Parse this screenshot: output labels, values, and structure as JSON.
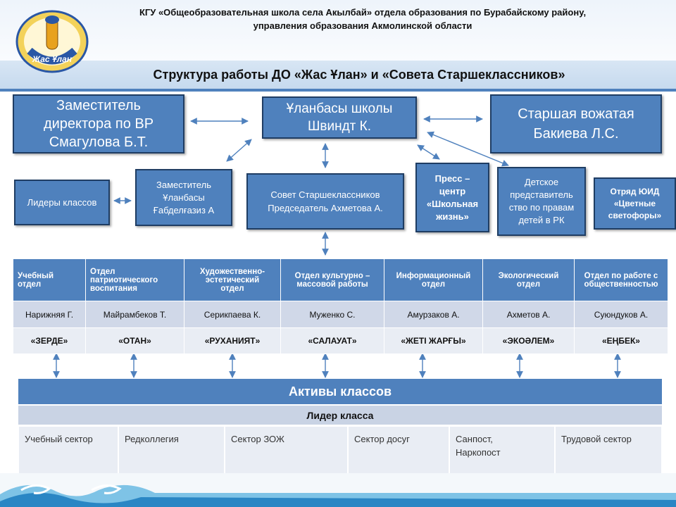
{
  "header": {
    "org_line1": "КГУ «Общеобразовательная школа села Акылбай»  отдела образования по Бурабайскому району,",
    "org_line2": "управления образования Акмолинской области",
    "title": "Структура работы  ДО «Жас Ұлан»   и «Совета Старшеклассников»",
    "logo_text": "Жас Ұлан"
  },
  "boxes": {
    "deputy_vr": "Заместитель\nдиректора по ВР\nСмагулова Б.Т.",
    "ulanbasy": "Ұланбасы школы\nШвиндт К.",
    "senior_leader": "Старшая вожатая\nБакиева Л.С.",
    "class_leaders": "Лидеры классов",
    "deputy_ulanbasy": "Заместитель\nҰланбасы\nҒабделғазиз  А",
    "council": "Совет Старшеклассников\nПредседатель Ахметова А.",
    "press": "Пресс –\nцентр\n«Школьная\nжизнь»",
    "child_rep": "Детское\nпредставитель\nство по правам\nдетей в РК",
    "yuid": "Отряд ЮИД\n«Цветные\nсветофоры»"
  },
  "departments": [
    {
      "name": "Учебный\nотдел",
      "head": "Нарижняя Г.",
      "club": "«ЗЕРДЕ»"
    },
    {
      "name": "Отдел\nпатриотического\nвоспитания",
      "head": "Майрамбеков Т.",
      "club": "«ОТАН»"
    },
    {
      "name": "Художественно-\nэстетический\nотдел",
      "head": "Серикпаева К.",
      "club": "«РУХАНИЯТ»"
    },
    {
      "name": "Отдел культурно –\nмассовой работы",
      "head": "Муженко С.",
      "club": "«САЛАУАТ»"
    },
    {
      "name": "Информационный\nотдел",
      "head": "Амурзаков А.",
      "club": "«ЖЕТІ ЖАРҒЫ»"
    },
    {
      "name": "Экологический\nотдел",
      "head": "Ахметов А.",
      "club": "«ЭКОӘЛЕМ»"
    },
    {
      "name": "Отдел по работе с\nобщественностью",
      "head": "Суюндуков А.",
      "club": "«ЕҢБЕК»"
    }
  ],
  "aktiv": {
    "title": "Активы классов",
    "leader": "Лидер класса",
    "sectors": [
      "Учебный сектор",
      "Редколлегия",
      "Сектор ЗОЖ",
      "Сектор досуг",
      "Санпост,\nНаркопост",
      "Трудовой сектор"
    ]
  },
  "colors": {
    "box_fill": "#4f81bd",
    "box_border": "#1f3d63",
    "header_blue": "#4f81bd",
    "light_row": "#d0d8e8",
    "lighter_row": "#e9edf4"
  }
}
